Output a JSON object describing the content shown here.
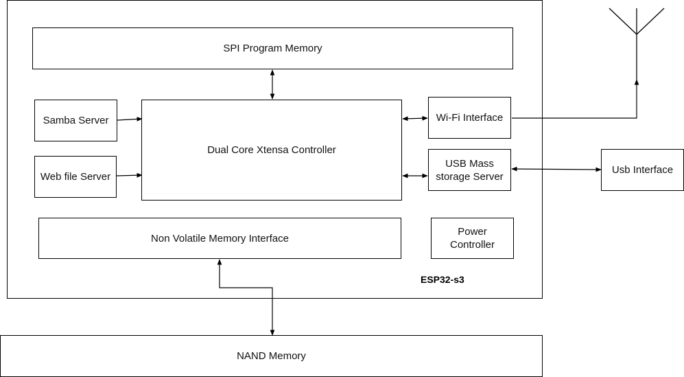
{
  "chip": {
    "label": "ESP32-s3"
  },
  "blocks": {
    "spi": "SPI Program Memory",
    "samba": "Samba Server",
    "web": "Web file Server",
    "controller": "Dual Core Xtensa Controller",
    "wifi": "Wi-Fi Interface",
    "usb_mass": "USB Mass storage Server",
    "usb_iface": "Usb Interface",
    "nvm": "Non Volatile Memory Interface",
    "power": "Power Controller",
    "nand": "NAND Memory"
  },
  "colors": {
    "line": "#000000",
    "background": "#ffffff"
  }
}
